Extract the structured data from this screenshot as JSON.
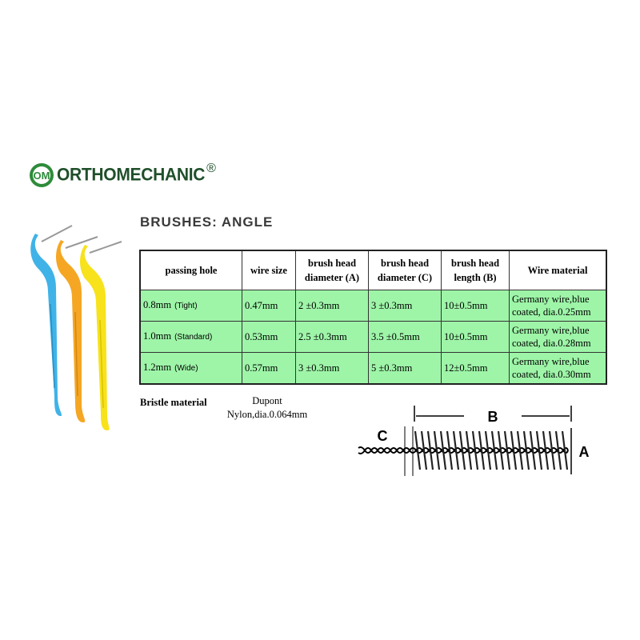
{
  "brand": {
    "name": "ORTHOMECHANIC",
    "reg_mark": "®",
    "logo_text": "OM"
  },
  "section_title": "BRUSHES: ANGLE",
  "table": {
    "headers": [
      "passing hole",
      "wire size",
      "brush head diameter (A)",
      "brush head diameter (C)",
      "brush head length (B)",
      "Wire material"
    ],
    "rows": [
      {
        "hole": "0.8mm",
        "type": "(Tight)",
        "wire": "0.47mm",
        "dia_a": "2 ±0.3mm",
        "dia_c": "3 ±0.3mm",
        "length": "10±0.5mm",
        "material": "Germany wire,blue coated, dia.0.25mm"
      },
      {
        "hole": "1.0mm",
        "type": "(Standard)",
        "wire": "0.53mm",
        "dia_a": "2.5 ±0.3mm",
        "dia_c": "3.5 ±0.5mm",
        "length": "10±0.5mm",
        "material": "Germany wire,blue coated, dia.0.28mm"
      },
      {
        "hole": "1.2mm",
        "type": "(Wide)",
        "wire": "0.57mm",
        "dia_a": "3 ±0.3mm",
        "dia_c": "5 ±0.3mm",
        "length": "12±0.5mm",
        "material": "Germany wire,blue coated, dia.0.30mm"
      }
    ]
  },
  "bristle": {
    "label": "Bristle material",
    "value_line1": "Dupont",
    "value_line2": "Nylon,dia.0.064mm"
  },
  "diagram": {
    "label_b": "B",
    "label_c": "C",
    "label_a": "A"
  },
  "colors": {
    "row_fill": "#9ef5a8",
    "brand_green": "#1f4f2a",
    "brush_blue": "#3fb3e8",
    "brush_orange": "#f5a623",
    "brush_yellow": "#f7e21c"
  }
}
